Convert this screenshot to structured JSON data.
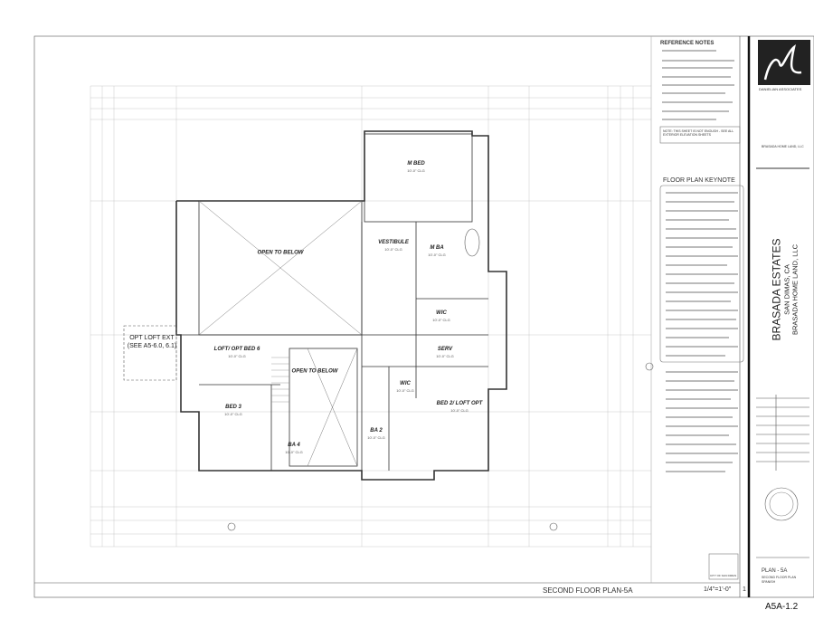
{
  "sheet": {
    "reference_notes_title": "REFERENCE NOTES",
    "notes_box_text": "NOTE: THIS SHEET IS NOT ENOUGH - SEE ALL EXTERIOR ELEVATION SHEETS",
    "keynote_title": "FLOOR PLAN KEYNOTE",
    "drawing_title": "SECOND FLOOR PLAN-5A",
    "scale": "1/4\"=1'-0\"",
    "drawing_number": "1",
    "stamp_text": "CITY OF SAN DIMAS"
  },
  "rooms": [
    {
      "label": "M BED",
      "clg": "10'-0\" CLG"
    },
    {
      "label": "OPEN TO BELOW",
      "clg": ""
    },
    {
      "label": "VESTIBULE",
      "clg": "10'-0\" CLG"
    },
    {
      "label": "M BA",
      "clg": "10'-0\" CLG"
    },
    {
      "label": "WIC",
      "clg": "10'-0\" CLG"
    },
    {
      "label": "SERV",
      "clg": "10'-0\" CLG"
    },
    {
      "label": "LOFT/ OPT BED 6",
      "clg": "10'-0\" CLG"
    },
    {
      "label": "OPEN TO BELOW",
      "clg": ""
    },
    {
      "label": "WIC",
      "clg": "10'-0\" CLG"
    },
    {
      "label": "BED 2/ LOFT OPT",
      "clg": "10'-0\" CLG"
    },
    {
      "label": "BED 3",
      "clg": "10'-0\" CLG"
    },
    {
      "label": "BA 4",
      "clg": "10'-0\" CLG"
    },
    {
      "label": "BA 2",
      "clg": "10'-0\" CLG"
    },
    {
      "label": "OPT LOFT EXT",
      "clg": "(SEE A5-6.0, 6.1)"
    }
  ],
  "title_block": {
    "firm": "DANIELIAN ASSOCIATES",
    "client": "BRASADA HOME LAND, LLC",
    "project": "BRASADA ESTATES",
    "city": "SAN DIMAS, CA",
    "owner": "BRASADA HOME LAND, LLC",
    "plan": "PLAN - 5A",
    "sheet_desc": "SECOND FLOOR PLAN",
    "style": "SPANISH",
    "sheet_number": "A5A-1.2"
  }
}
